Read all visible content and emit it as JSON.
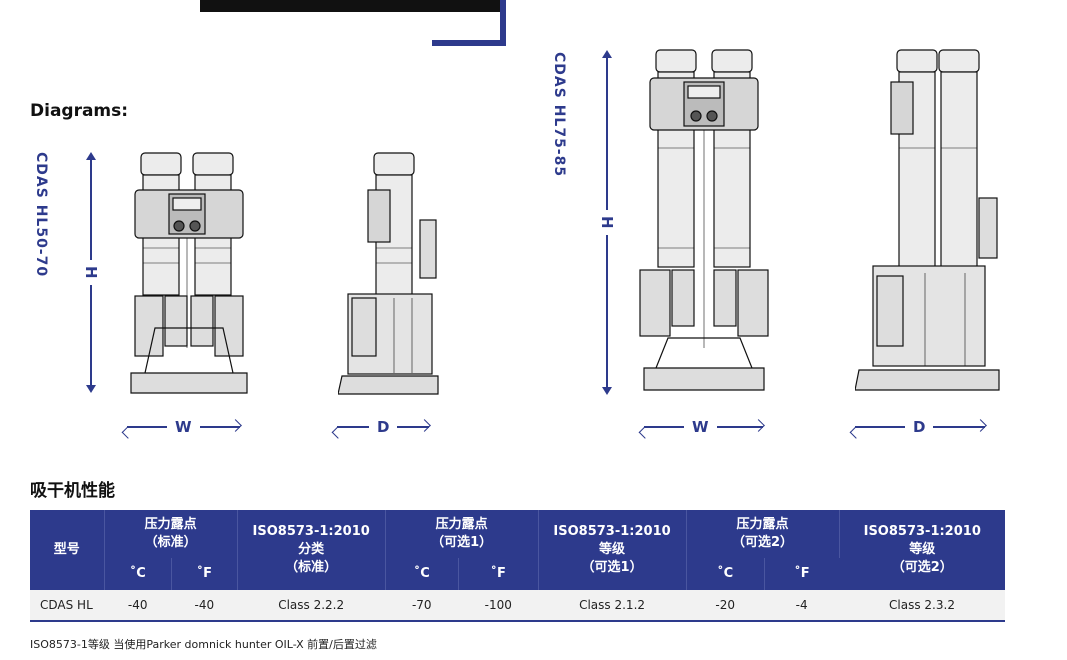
{
  "headings": {
    "diagrams": "Diagrams:",
    "performance": "吸干机性能"
  },
  "models": {
    "small": "CDAS HL50-70",
    "large": "CDAS HL75-85"
  },
  "dimensions": {
    "width": "W",
    "depth": "D",
    "height": "H"
  },
  "table": {
    "model_header": "型号",
    "groups": [
      {
        "label": "压力露点\n（标准）",
        "subcols": [
          "˚C",
          "˚F"
        ]
      },
      {
        "label": "ISO8573-1:2010\n分类\n（标准）"
      },
      {
        "label": "压力露点\n（可选1）",
        "subcols": [
          "˚C",
          "˚F"
        ]
      },
      {
        "label": "ISO8573-1:2010\n等级\n（可选1）"
      },
      {
        "label": "压力露点\n（可选2）",
        "subcols": [
          "˚C",
          "˚F"
        ]
      },
      {
        "label": "ISO8573-1:2010\n等级\n（可选2）"
      }
    ],
    "rows": [
      [
        "CDAS HL",
        "-40",
        "-40",
        "Class 2.2.2",
        "-70",
        "-100",
        "Class 2.1.2",
        "-20",
        "-4",
        "Class 2.3.2"
      ]
    ]
  },
  "footnote": "ISO8573-1等级 当使用Parker domnick hunter OIL-X 前置/后置过滤",
  "colors": {
    "accent": "#2d3a8c",
    "row_bg": "#f2f2f2"
  }
}
